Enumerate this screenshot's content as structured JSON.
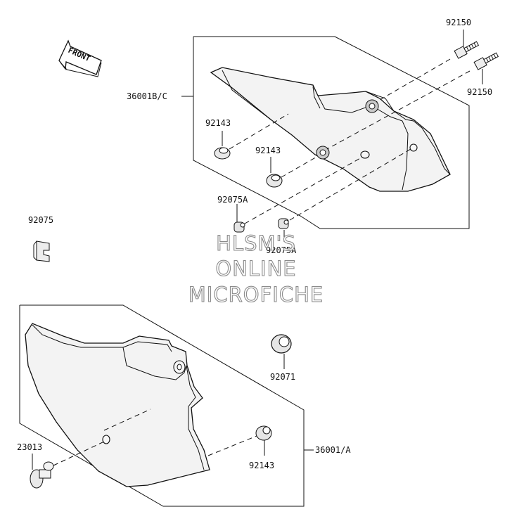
{
  "labels": {
    "front": "FRONT",
    "p92150_top": "92150",
    "p92150_right": "92150",
    "p36001bc": "36001B/C",
    "p92143_a": "92143",
    "p92143_b": "92143",
    "p92075a_left": "92075A",
    "p92075a_right": "92075A",
    "p92075": "92075",
    "p92071": "92071",
    "p23013": "23013",
    "p92143_c": "92143",
    "p36001a": "36001/A"
  },
  "watermark": {
    "line1": "HLSM'S",
    "line2": "ONLINE",
    "line3": "MICROFICHE"
  }
}
